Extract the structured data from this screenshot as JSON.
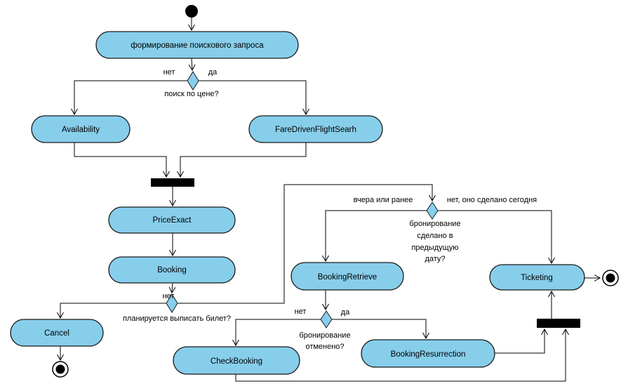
{
  "diagram": {
    "colors": {
      "node_fill": "#87CEEB",
      "node_border": "#1a1a1a",
      "bar_fill": "#000000",
      "edge_color": "#000000",
      "text_color": "#000000",
      "background": "#FFFFFF"
    },
    "nodes": {
      "form_query": {
        "label": "формирование поискового запроса"
      },
      "availability": {
        "label": "Availability"
      },
      "fare_driven_flight_search": {
        "label": "FareDrivenFlightSearh"
      },
      "price_exact": {
        "label": "PriceExact"
      },
      "booking": {
        "label": "Booking"
      },
      "cancel": {
        "label": "Cancel"
      },
      "booking_retrieve": {
        "label": "BookingRetrieve"
      },
      "ticketing": {
        "label": "Ticketing"
      },
      "check_booking": {
        "label": "CheckBooking"
      },
      "booking_resurrection": {
        "label": "BookingResurrection"
      }
    },
    "decisions": {
      "price_search": {
        "question": "поиск по цене?",
        "no": "нет",
        "yes": "да"
      },
      "ticket_planned": {
        "question": "планируется выписать билет?",
        "no": "нет"
      },
      "booking_prev_date": {
        "left": "вчера или ранее",
        "right": "нет, оно сделано сегодня",
        "lines": [
          "бронирование",
          "сделано в",
          "предыдущую",
          "дату?"
        ]
      },
      "booking_cancelled": {
        "no": "нет",
        "yes": "да",
        "lines": [
          "бронирование",
          "отменено?"
        ]
      }
    }
  }
}
